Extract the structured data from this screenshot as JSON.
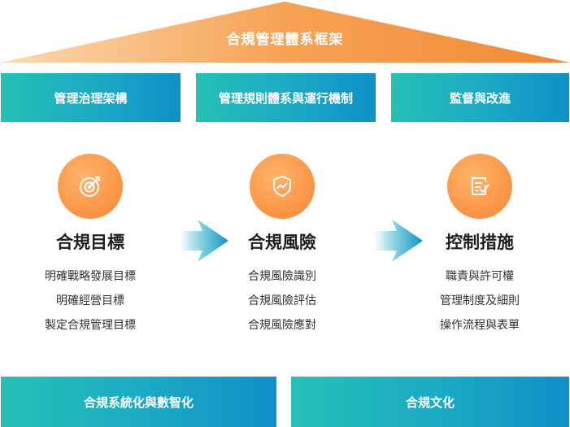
{
  "framework": {
    "title": "合規管理體系框架",
    "colors": {
      "orange": "#f5933f",
      "teal": "#26c0b6",
      "blue": "#0f8fc8"
    }
  },
  "pillars": [
    {
      "label": "管理治理架構"
    },
    {
      "label": "管理規則體系與運行機制"
    },
    {
      "label": "監督與改進"
    }
  ],
  "columns": [
    {
      "icon": "target-icon",
      "title": "合規目標",
      "items": [
        "明確戰略發展目標",
        "明確經營目標",
        "製定合規管理目標"
      ]
    },
    {
      "icon": "shield-icon",
      "title": "合規風險",
      "items": [
        "合規風險識別",
        "合規風險評估",
        "合規風險應對"
      ]
    },
    {
      "icon": "checklist-icon",
      "title": "控制措施",
      "items": [
        "職責與許可權",
        "管理制度及細則",
        "操作流程與表單"
      ]
    }
  ],
  "foundation": [
    {
      "label": "合規系統化與數智化"
    },
    {
      "label": "合規文化"
    }
  ]
}
